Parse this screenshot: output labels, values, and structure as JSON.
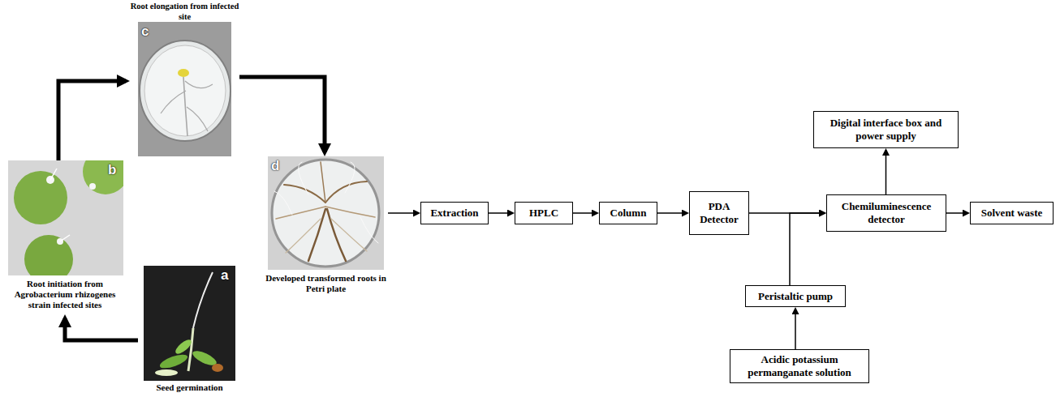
{
  "diagram": {
    "nodes": [
      {
        "text": [
          "Root elongation from infected site",
          "c"
        ]
      },
      {
        "text": [
          "b",
          "Root initiation from Agrobacterium rhizogenes strain infected sites"
        ]
      },
      {
        "text": [
          "a",
          "Seed germination"
        ]
      },
      {
        "text": [
          "d",
          "Developed transformed roots in Petri plate"
        ]
      },
      {
        "text": [
          "Extraction"
        ]
      },
      {
        "text": [
          "HPLC"
        ]
      },
      {
        "text": [
          "Column"
        ]
      },
      {
        "text": [
          "PDA Detector"
        ]
      },
      {
        "text": [
          "Chemiluminescence detector"
        ]
      },
      {
        "text": [
          "Digital interface box and power supply"
        ]
      },
      {
        "text": [
          "Solvent waste"
        ]
      },
      {
        "text": [
          "Peristaltic pump"
        ]
      },
      {
        "text": [
          "Acidic potassium permanganate solution"
        ]
      }
    ],
    "edges": [
      {
        "from": 2,
        "to": 1,
        "arrow": "to"
      },
      {
        "from": 1,
        "to": 0,
        "arrow": "to"
      },
      {
        "from": 0,
        "to": 3,
        "arrow": "to"
      },
      {
        "from": 3,
        "to": 4,
        "arrow": "to"
      },
      {
        "from": 4,
        "to": 5,
        "arrow": "to"
      },
      {
        "from": 5,
        "to": 6,
        "arrow": "to"
      },
      {
        "from": 6,
        "to": 7,
        "arrow": "to"
      },
      {
        "from": 7,
        "to": 8,
        "arrow": "to"
      },
      {
        "from": 8,
        "to": 9,
        "arrow": "to"
      },
      {
        "from": 8,
        "to": 10,
        "arrow": "to"
      },
      {
        "from": 12,
        "to": 11,
        "arrow": "to"
      },
      {
        "from": 11,
        "to": 8,
        "arrow": "to"
      }
    ]
  }
}
